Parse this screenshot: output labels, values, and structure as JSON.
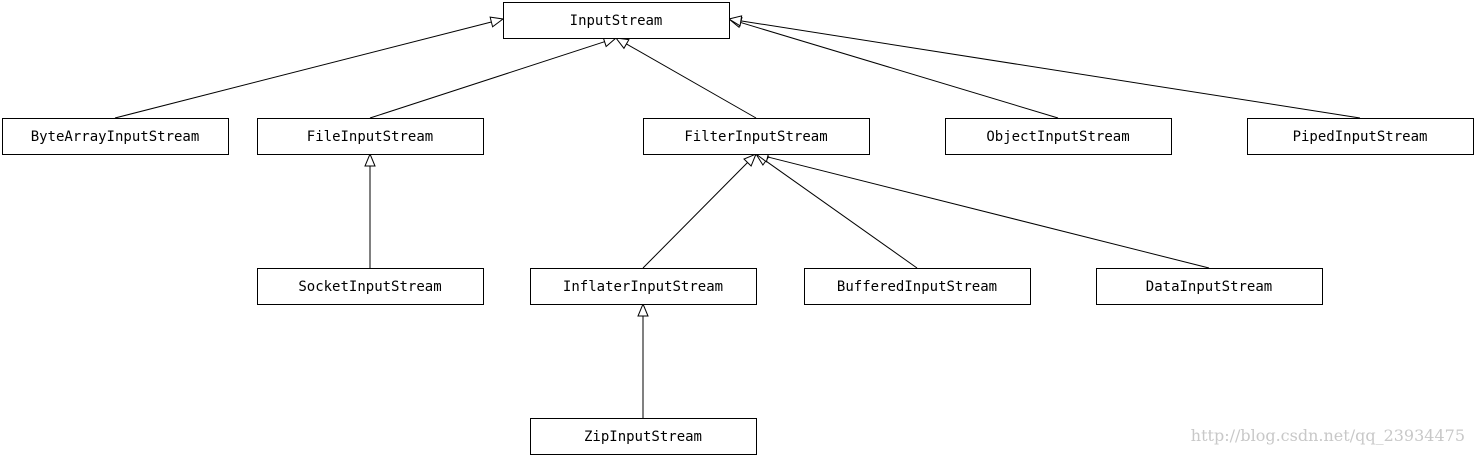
{
  "nodes": [
    {
      "id": "InputStream",
      "label": "InputStream"
    },
    {
      "id": "ByteArrayInputStream",
      "label": "ByteArrayInputStream"
    },
    {
      "id": "FileInputStream",
      "label": "FileInputStream"
    },
    {
      "id": "FilterInputStream",
      "label": "FilterInputStream"
    },
    {
      "id": "ObjectInputStream",
      "label": "ObjectInputStream"
    },
    {
      "id": "PipedInputStream",
      "label": "PipedInputStream"
    },
    {
      "id": "SocketInputStream",
      "label": "SocketInputStream"
    },
    {
      "id": "InflaterInputStream",
      "label": "InflaterInputStream"
    },
    {
      "id": "BufferedInputStream",
      "label": "BufferedInputStream"
    },
    {
      "id": "DataInputStream",
      "label": "DataInputStream"
    },
    {
      "id": "ZipInputStream",
      "label": "ZipInputStream"
    }
  ],
  "edges": [
    {
      "from": "ByteArrayInputStream",
      "to": "InputStream"
    },
    {
      "from": "FileInputStream",
      "to": "InputStream"
    },
    {
      "from": "FilterInputStream",
      "to": "InputStream"
    },
    {
      "from": "ObjectInputStream",
      "to": "InputStream"
    },
    {
      "from": "PipedInputStream",
      "to": "InputStream"
    },
    {
      "from": "SocketInputStream",
      "to": "FileInputStream"
    },
    {
      "from": "InflaterInputStream",
      "to": "FilterInputStream"
    },
    {
      "from": "BufferedInputStream",
      "to": "FilterInputStream"
    },
    {
      "from": "DataInputStream",
      "to": "FilterInputStream"
    },
    {
      "from": "ZipInputStream",
      "to": "InflaterInputStream"
    }
  ],
  "watermark": "http://blog.csdn.net/qq_23934475"
}
